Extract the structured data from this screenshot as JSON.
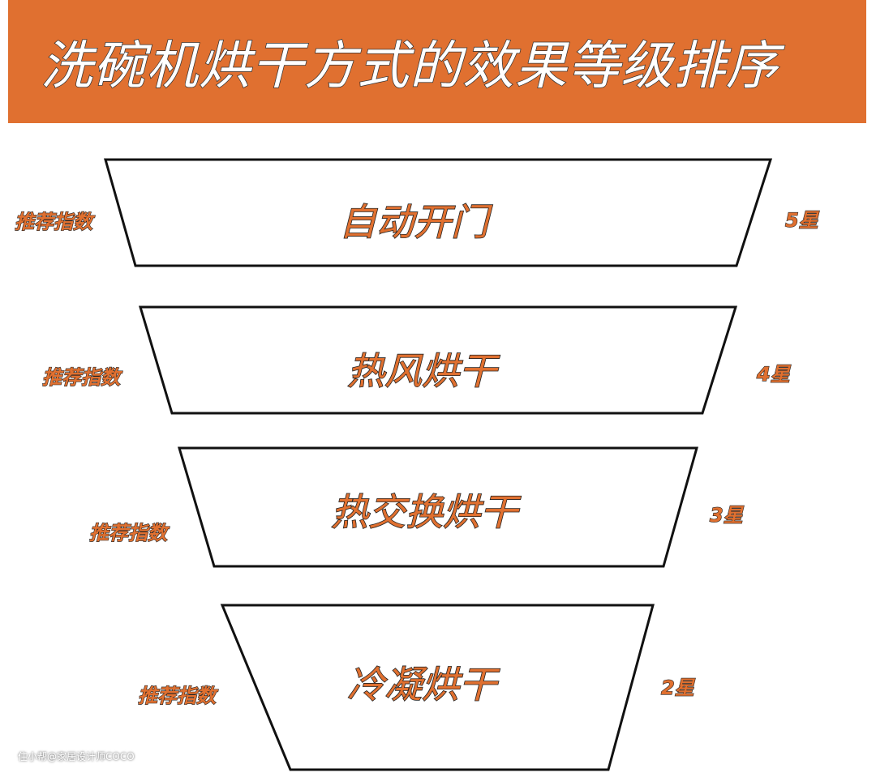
{
  "title": "洗碗机烘干方式的效果等级排序",
  "colors": {
    "accent": "#E07030"
  },
  "levels": [
    {
      "method": "自动开门",
      "label": "推荐指数",
      "rating": "5星"
    },
    {
      "method": "热风烘干",
      "label": "推荐指数",
      "rating": "4星"
    },
    {
      "method": "热交换烘干",
      "label": "推荐指数",
      "rating": "3星"
    },
    {
      "method": "冷凝烘干",
      "label": "推荐指数",
      "rating": "2星"
    }
  ],
  "watermark": "住小帮@家居设计师COCO"
}
